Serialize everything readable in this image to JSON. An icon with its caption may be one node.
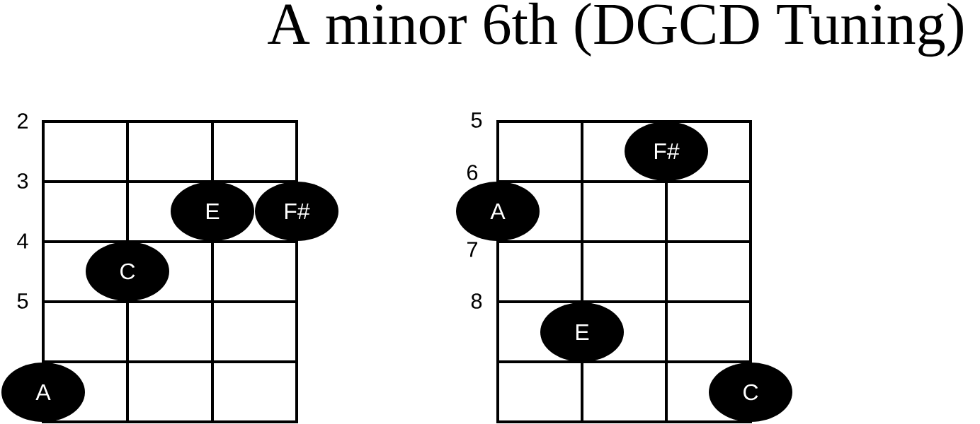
{
  "diagram": {
    "title": "A minor 6th (DGCD Tuning)",
    "nodes": [
      {
        "text": [
          "E"
        ]
      },
      {
        "text": [
          "F#"
        ]
      },
      {
        "text": [
          "C"
        ]
      },
      {
        "text": [
          "A"
        ]
      },
      {
        "text": [
          "F#"
        ]
      },
      {
        "text": [
          "A"
        ]
      },
      {
        "text": [
          "E"
        ]
      },
      {
        "text": [
          "C"
        ]
      }
    ],
    "labels": [
      "2",
      "3",
      "4",
      "5",
      "5",
      "6",
      "7",
      "8"
    ]
  }
}
